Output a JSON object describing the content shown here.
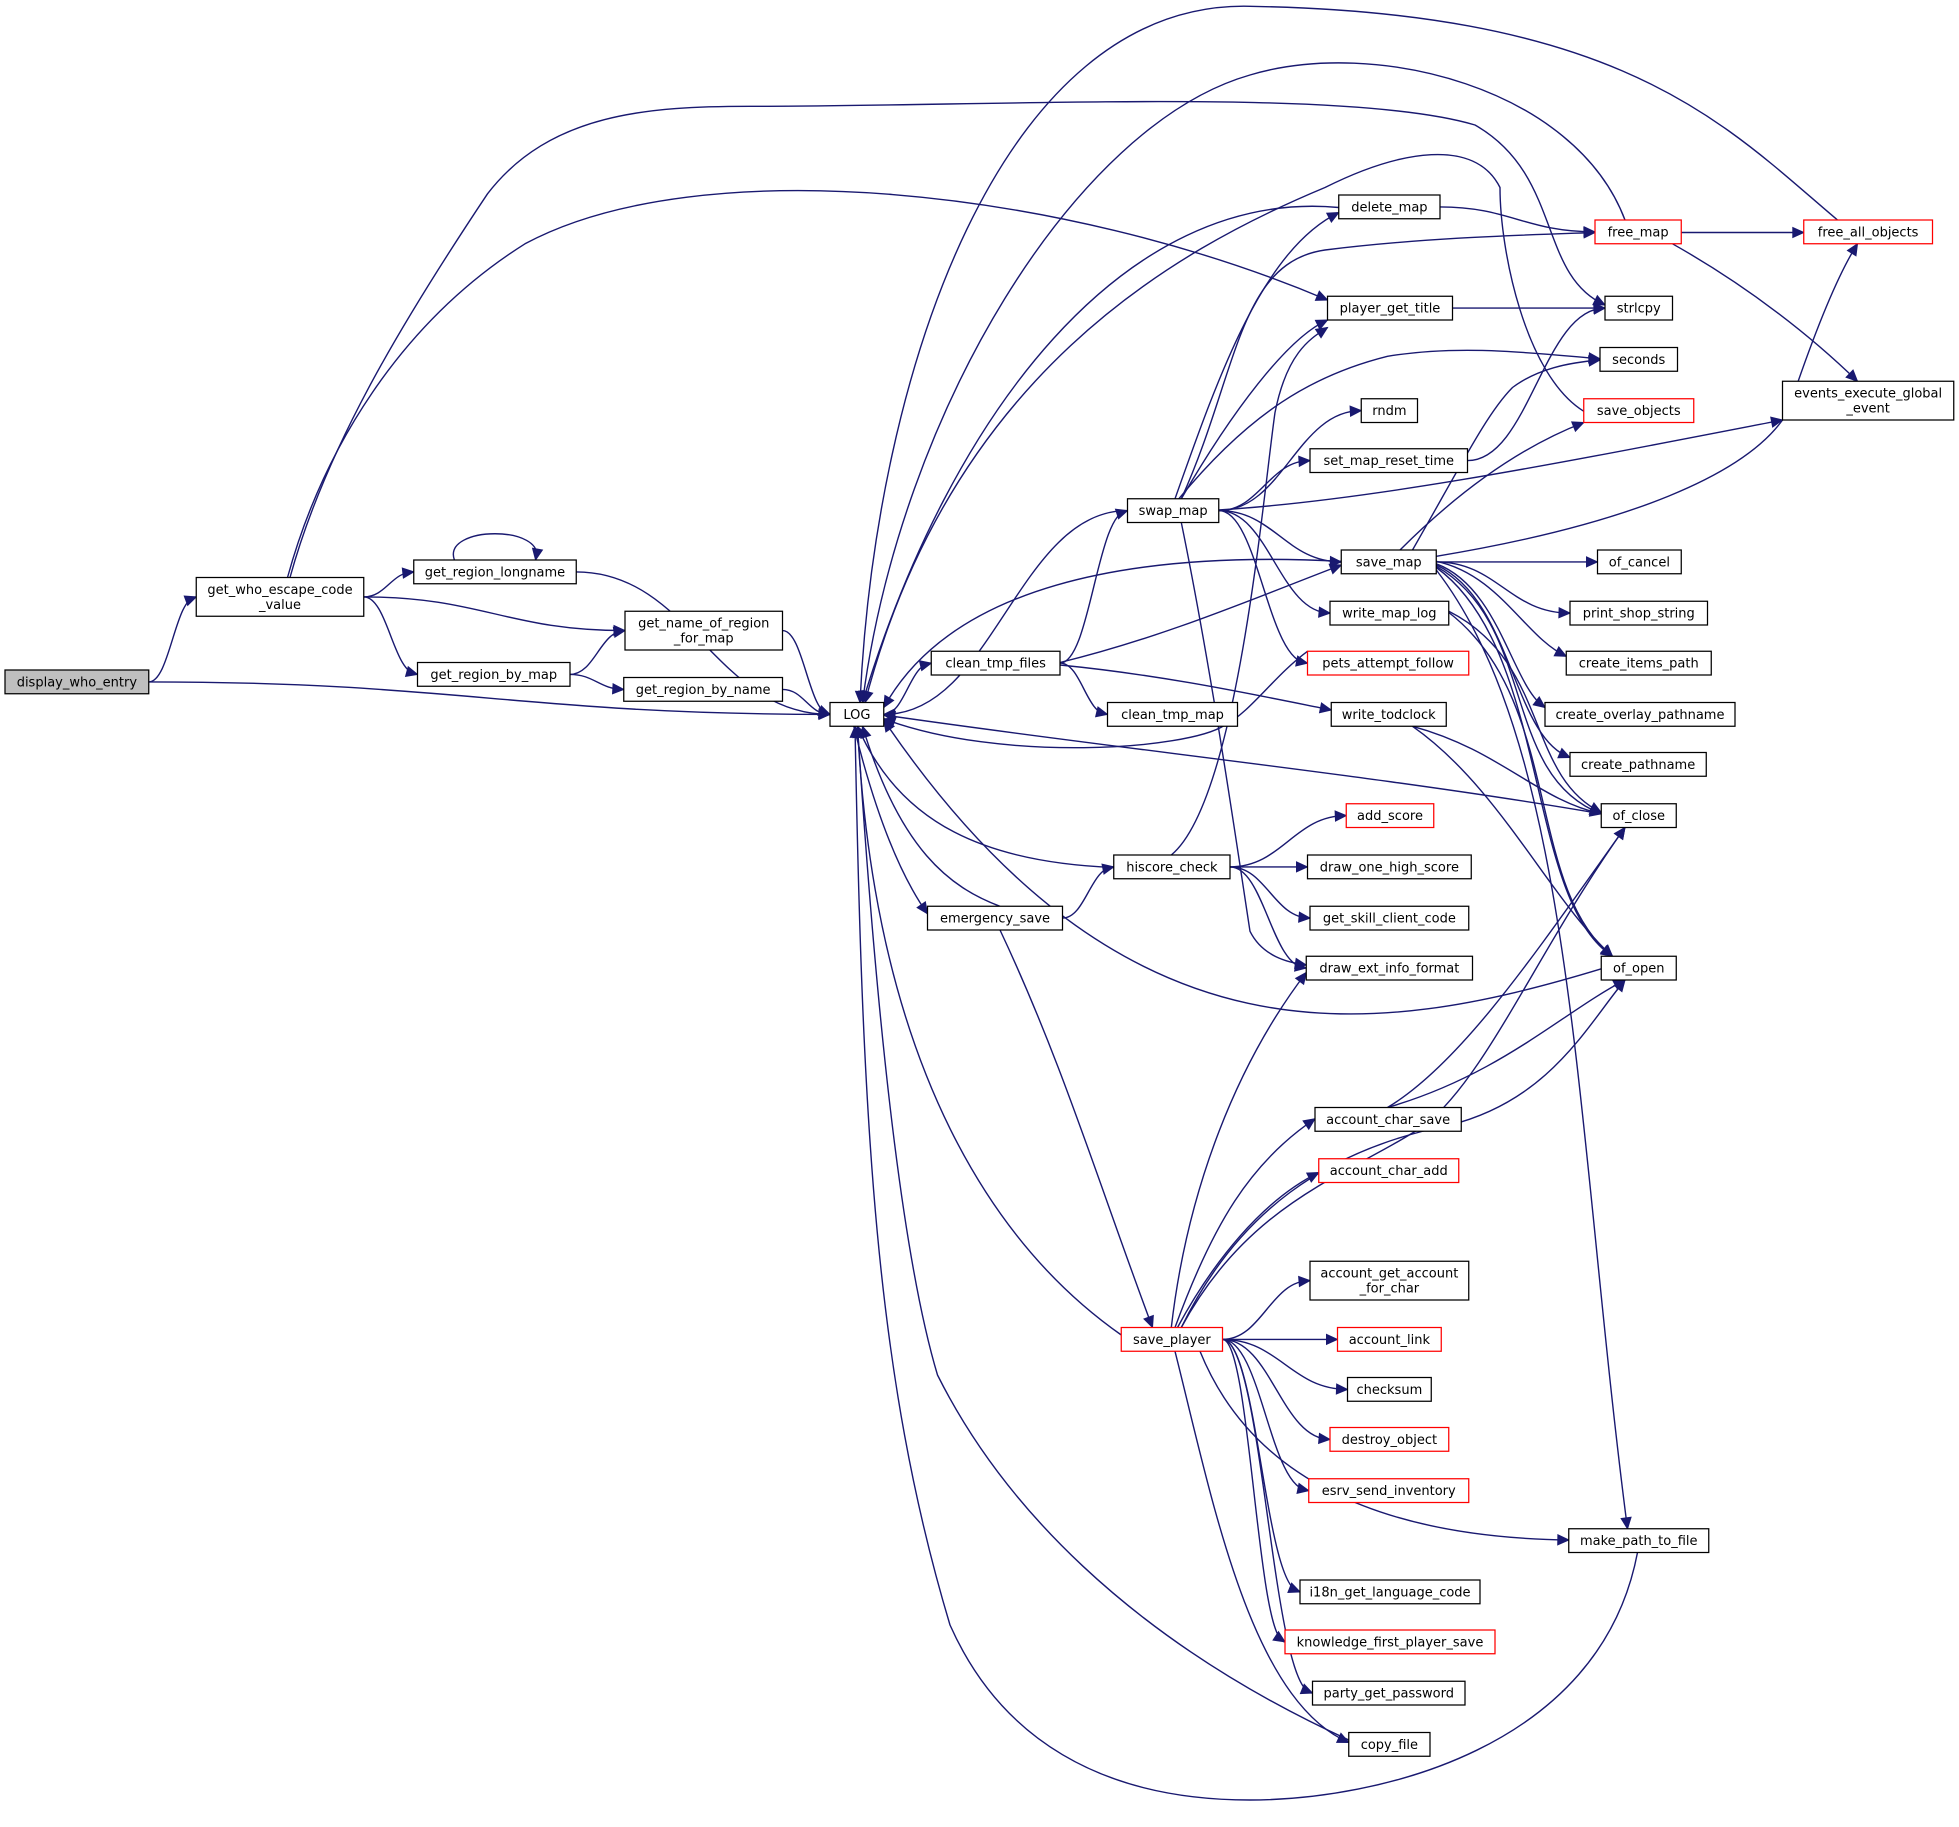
{
  "colors": {
    "edge": "#191970",
    "node_border": "#000000",
    "linked_border": "#ff0000",
    "root_fill": "#bfbfbf",
    "background": "#ffffff"
  },
  "nodes": [
    {
      "id": "display_who_entry",
      "lines": [
        "display_who_entry"
      ],
      "style": "root"
    },
    {
      "id": "get_who_escape_code_value",
      "lines": [
        "get_who_escape_code",
        "_value"
      ],
      "style": "plain"
    },
    {
      "id": "get_region_longname",
      "lines": [
        "get_region_longname"
      ],
      "style": "plain"
    },
    {
      "id": "get_name_of_region_for_map",
      "lines": [
        "get_name_of_region",
        "_for_map"
      ],
      "style": "plain"
    },
    {
      "id": "get_region_by_map",
      "lines": [
        "get_region_by_map"
      ],
      "style": "plain"
    },
    {
      "id": "get_region_by_name",
      "lines": [
        "get_region_by_name"
      ],
      "style": "plain"
    },
    {
      "id": "LOG",
      "lines": [
        "LOG"
      ],
      "style": "plain"
    },
    {
      "id": "clean_tmp_files",
      "lines": [
        "clean_tmp_files"
      ],
      "style": "plain"
    },
    {
      "id": "emergency_save",
      "lines": [
        "emergency_save"
      ],
      "style": "plain"
    },
    {
      "id": "swap_map",
      "lines": [
        "swap_map"
      ],
      "style": "plain"
    },
    {
      "id": "clean_tmp_map",
      "lines": [
        "clean_tmp_map"
      ],
      "style": "plain"
    },
    {
      "id": "hiscore_check",
      "lines": [
        "hiscore_check"
      ],
      "style": "plain"
    },
    {
      "id": "save_player",
      "lines": [
        "save_player"
      ],
      "style": "linked"
    },
    {
      "id": "delete_map",
      "lines": [
        "delete_map"
      ],
      "style": "plain"
    },
    {
      "id": "player_get_title",
      "lines": [
        "player_get_title"
      ],
      "style": "plain"
    },
    {
      "id": "rndm",
      "lines": [
        "rndm"
      ],
      "style": "plain"
    },
    {
      "id": "set_map_reset_time",
      "lines": [
        "set_map_reset_time"
      ],
      "style": "plain"
    },
    {
      "id": "save_map",
      "lines": [
        "save_map"
      ],
      "style": "plain"
    },
    {
      "id": "write_map_log",
      "lines": [
        "write_map_log"
      ],
      "style": "plain"
    },
    {
      "id": "pets_attempt_follow",
      "lines": [
        "pets_attempt_follow"
      ],
      "style": "linked"
    },
    {
      "id": "write_todclock",
      "lines": [
        "write_todclock"
      ],
      "style": "plain"
    },
    {
      "id": "add_score",
      "lines": [
        "add_score"
      ],
      "style": "linked"
    },
    {
      "id": "draw_one_high_score",
      "lines": [
        "draw_one_high_score"
      ],
      "style": "plain"
    },
    {
      "id": "get_skill_client_code",
      "lines": [
        "get_skill_client_code"
      ],
      "style": "plain"
    },
    {
      "id": "draw_ext_info_format",
      "lines": [
        "draw_ext_info_format"
      ],
      "style": "plain"
    },
    {
      "id": "account_char_save",
      "lines": [
        "account_char_save"
      ],
      "style": "plain"
    },
    {
      "id": "account_char_add",
      "lines": [
        "account_char_add"
      ],
      "style": "linked"
    },
    {
      "id": "account_get_account_for_char",
      "lines": [
        "account_get_account",
        "_for_char"
      ],
      "style": "plain"
    },
    {
      "id": "account_link",
      "lines": [
        "account_link"
      ],
      "style": "linked"
    },
    {
      "id": "checksum",
      "lines": [
        "checksum"
      ],
      "style": "plain"
    },
    {
      "id": "destroy_object",
      "lines": [
        "destroy_object"
      ],
      "style": "linked"
    },
    {
      "id": "esrv_send_inventory",
      "lines": [
        "esrv_send_inventory"
      ],
      "style": "linked"
    },
    {
      "id": "i18n_get_language_code",
      "lines": [
        "i18n_get_language_code"
      ],
      "style": "plain"
    },
    {
      "id": "knowledge_first_player_save",
      "lines": [
        "knowledge_first_player_save"
      ],
      "style": "linked"
    },
    {
      "id": "party_get_password",
      "lines": [
        "party_get_password"
      ],
      "style": "plain"
    },
    {
      "id": "copy_file",
      "lines": [
        "copy_file"
      ],
      "style": "plain"
    },
    {
      "id": "free_map",
      "lines": [
        "free_map"
      ],
      "style": "linked"
    },
    {
      "id": "strlcpy",
      "lines": [
        "strlcpy"
      ],
      "style": "plain"
    },
    {
      "id": "seconds",
      "lines": [
        "seconds"
      ],
      "style": "plain"
    },
    {
      "id": "save_objects",
      "lines": [
        "save_objects"
      ],
      "style": "linked"
    },
    {
      "id": "of_cancel",
      "lines": [
        "of_cancel"
      ],
      "style": "plain"
    },
    {
      "id": "print_shop_string",
      "lines": [
        "print_shop_string"
      ],
      "style": "plain"
    },
    {
      "id": "create_items_path",
      "lines": [
        "create_items_path"
      ],
      "style": "plain"
    },
    {
      "id": "create_overlay_pathname",
      "lines": [
        "create_overlay_pathname"
      ],
      "style": "plain"
    },
    {
      "id": "create_pathname",
      "lines": [
        "create_pathname"
      ],
      "style": "plain"
    },
    {
      "id": "of_close",
      "lines": [
        "of_close"
      ],
      "style": "plain"
    },
    {
      "id": "of_open",
      "lines": [
        "of_open"
      ],
      "style": "plain"
    },
    {
      "id": "make_path_to_file",
      "lines": [
        "make_path_to_file"
      ],
      "style": "plain"
    },
    {
      "id": "free_all_objects",
      "lines": [
        "free_all_objects"
      ],
      "style": "linked"
    },
    {
      "id": "events_execute_global_event",
      "lines": [
        "events_execute_global",
        "_event"
      ],
      "style": "plain"
    }
  ],
  "edges": [
    [
      "display_who_entry",
      "get_who_escape_code_value"
    ],
    [
      "display_who_entry",
      "LOG"
    ],
    [
      "get_who_escape_code_value",
      "get_region_longname"
    ],
    [
      "get_who_escape_code_value",
      "get_name_of_region_for_map"
    ],
    [
      "get_who_escape_code_value",
      "get_region_by_map"
    ],
    [
      "get_who_escape_code_value",
      "player_get_title"
    ],
    [
      "get_who_escape_code_value",
      "strlcpy"
    ],
    [
      "get_region_longname",
      "get_region_longname"
    ],
    [
      "get_region_longname",
      "LOG"
    ],
    [
      "get_region_by_map",
      "get_name_of_region_for_map"
    ],
    [
      "get_region_by_map",
      "get_region_by_name"
    ],
    [
      "get_name_of_region_for_map",
      "LOG"
    ],
    [
      "get_region_by_name",
      "LOG"
    ],
    [
      "LOG",
      "clean_tmp_files"
    ],
    [
      "LOG",
      "emergency_save"
    ],
    [
      "clean_tmp_files",
      "swap_map"
    ],
    [
      "clean_tmp_files",
      "save_map"
    ],
    [
      "clean_tmp_files",
      "clean_tmp_map"
    ],
    [
      "clean_tmp_files",
      "write_todclock"
    ],
    [
      "emergency_save",
      "LOG"
    ],
    [
      "emergency_save",
      "hiscore_check"
    ],
    [
      "emergency_save",
      "save_player"
    ],
    [
      "swap_map",
      "LOG"
    ],
    [
      "swap_map",
      "delete_map"
    ],
    [
      "swap_map",
      "free_map"
    ],
    [
      "swap_map",
      "player_get_title"
    ],
    [
      "swap_map",
      "seconds"
    ],
    [
      "swap_map",
      "rndm"
    ],
    [
      "swap_map",
      "set_map_reset_time"
    ],
    [
      "swap_map",
      "save_map"
    ],
    [
      "swap_map",
      "write_map_log"
    ],
    [
      "swap_map",
      "pets_attempt_follow"
    ],
    [
      "swap_map",
      "events_execute_global_event"
    ],
    [
      "swap_map",
      "draw_ext_info_format"
    ],
    [
      "hiscore_check",
      "LOG"
    ],
    [
      "hiscore_check",
      "add_score"
    ],
    [
      "hiscore_check",
      "draw_one_high_score"
    ],
    [
      "hiscore_check",
      "get_skill_client_code"
    ],
    [
      "hiscore_check",
      "draw_ext_info_format"
    ],
    [
      "hiscore_check",
      "player_get_title"
    ],
    [
      "save_player",
      "LOG"
    ],
    [
      "save_player",
      "draw_ext_info_format"
    ],
    [
      "save_player",
      "account_char_save"
    ],
    [
      "save_player",
      "account_char_add"
    ],
    [
      "save_player",
      "account_get_account_for_char"
    ],
    [
      "save_player",
      "account_link"
    ],
    [
      "save_player",
      "checksum"
    ],
    [
      "save_player",
      "destroy_object"
    ],
    [
      "save_player",
      "esrv_send_inventory"
    ],
    [
      "save_player",
      "i18n_get_language_code"
    ],
    [
      "save_player",
      "knowledge_first_player_save"
    ],
    [
      "save_player",
      "party_get_password"
    ],
    [
      "save_player",
      "copy_file"
    ],
    [
      "save_player",
      "make_path_to_file"
    ],
    [
      "save_player",
      "of_open"
    ],
    [
      "save_player",
      "of_close"
    ],
    [
      "delete_map",
      "LOG"
    ],
    [
      "delete_map",
      "free_map"
    ],
    [
      "player_get_title",
      "strlcpy"
    ],
    [
      "set_map_reset_time",
      "strlcpy"
    ],
    [
      "save_map",
      "LOG"
    ],
    [
      "save_map",
      "save_objects"
    ],
    [
      "save_map",
      "seconds"
    ],
    [
      "save_map",
      "free_all_objects"
    ],
    [
      "save_map",
      "of_cancel"
    ],
    [
      "save_map",
      "print_shop_string"
    ],
    [
      "save_map",
      "create_items_path"
    ],
    [
      "save_map",
      "create_overlay_pathname"
    ],
    [
      "save_map",
      "create_pathname"
    ],
    [
      "save_map",
      "of_close"
    ],
    [
      "save_map",
      "of_open"
    ],
    [
      "save_map",
      "make_path_to_file"
    ],
    [
      "write_map_log",
      "of_close"
    ],
    [
      "write_map_log",
      "of_open"
    ],
    [
      "pets_attempt_follow",
      "LOG"
    ],
    [
      "write_todclock",
      "of_close"
    ],
    [
      "write_todclock",
      "of_open"
    ],
    [
      "account_char_save",
      "of_close"
    ],
    [
      "account_char_save",
      "of_open"
    ],
    [
      "copy_file",
      "LOG"
    ],
    [
      "make_path_to_file",
      "LOG"
    ],
    [
      "of_close",
      "LOG"
    ],
    [
      "of_open",
      "LOG"
    ],
    [
      "free_map",
      "LOG"
    ],
    [
      "free_map",
      "free_all_objects"
    ],
    [
      "free_map",
      "events_execute_global_event"
    ],
    [
      "free_all_objects",
      "LOG"
    ],
    [
      "save_objects",
      "LOG"
    ]
  ]
}
